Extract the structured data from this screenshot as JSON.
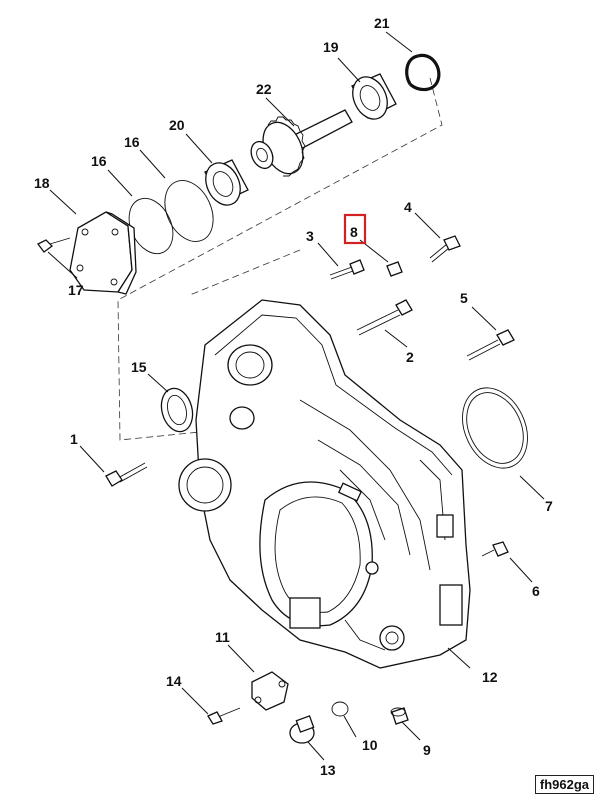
{
  "diagram": {
    "reference_code": "fh962ga",
    "highlight_color": "#d32020",
    "highlighted_callout": "8",
    "callouts": {
      "c1": "1",
      "c2": "2",
      "c3": "3",
      "c4": "4",
      "c5": "5",
      "c6": "6",
      "c7": "7",
      "c8": "8",
      "c9": "9",
      "c10": "10",
      "c11": "11",
      "c12": "12",
      "c13": "13",
      "c14": "14",
      "c15": "15",
      "c16": "16",
      "c17": "17",
      "c18": "18",
      "c19": "19",
      "c20": "20",
      "c21": "21",
      "c22": "22"
    }
  }
}
